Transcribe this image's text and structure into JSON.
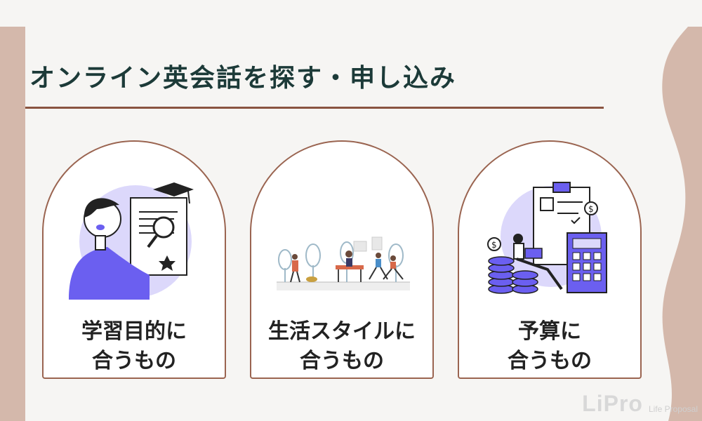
{
  "page": {
    "title": "オンライン英会話を探す・申し込み"
  },
  "cards": [
    {
      "line1": "学習目的に",
      "line2": "合うもの",
      "illustration": "study-person-certificate-icon"
    },
    {
      "line1": "生活スタイルに",
      "line2": "合うもの",
      "illustration": "park-lifestyle-scene-icon"
    },
    {
      "line1": "予算に",
      "line2": "合うもの",
      "illustration": "budget-calculator-coins-icon"
    }
  ],
  "brand": {
    "logo": "LiPro",
    "subtitle": "Life Proposal"
  },
  "colors": {
    "background": "#f6f5f3",
    "accent": "#d4b8ab",
    "rule": "#8a5440",
    "title": "#1c3a38",
    "card_border": "#9a6450"
  }
}
